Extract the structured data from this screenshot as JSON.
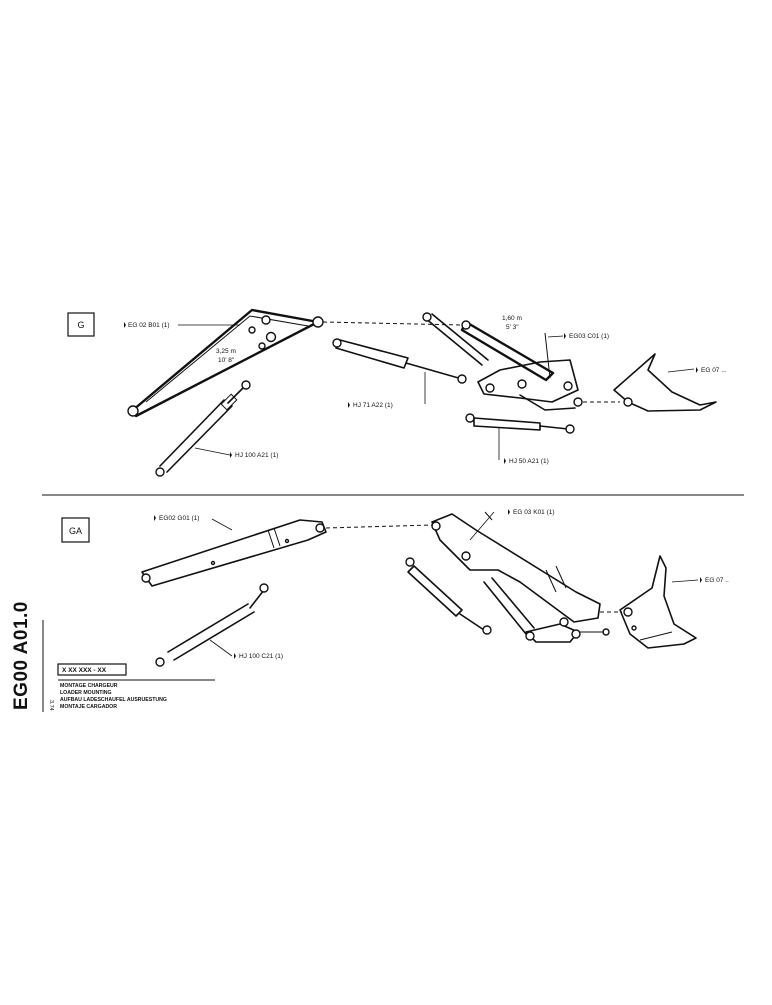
{
  "sheet": {
    "side_code": "EG00 A01.0",
    "date_mark": "3.74",
    "part_number": "X XX XXX - XX",
    "title_lines": [
      "MONTAGE CHARGEUR",
      "LOADER MOUNTING",
      "AUFBAU LADESCHAUFEL AUSRUESTUNG",
      "MONTAJE CARGADOR"
    ]
  },
  "sections": {
    "g": {
      "label": "G",
      "boom_dimension": [
        "3,25 m",
        "10' 8\""
      ],
      "link_dimension": [
        "1,60 m",
        "5' 3\""
      ],
      "callouts": {
        "boom": "EG 02 B01 (1)",
        "link": "EG03 C01 (1)",
        "bucket": "EG 07 ...",
        "cylinder_mid": "HJ 71 A22 (1)",
        "cylinder_low": "HJ 100 A21 (1)",
        "cylinder_small": "HJ 50 A21 (1)"
      }
    },
    "ga": {
      "label": "GA",
      "callouts": {
        "boom": "EG02 G01 (1)",
        "arm": "EG 03 K01 (1)",
        "bucket": "EG 07 ..",
        "cylinder": "HJ 100 C21 (1)"
      }
    }
  }
}
